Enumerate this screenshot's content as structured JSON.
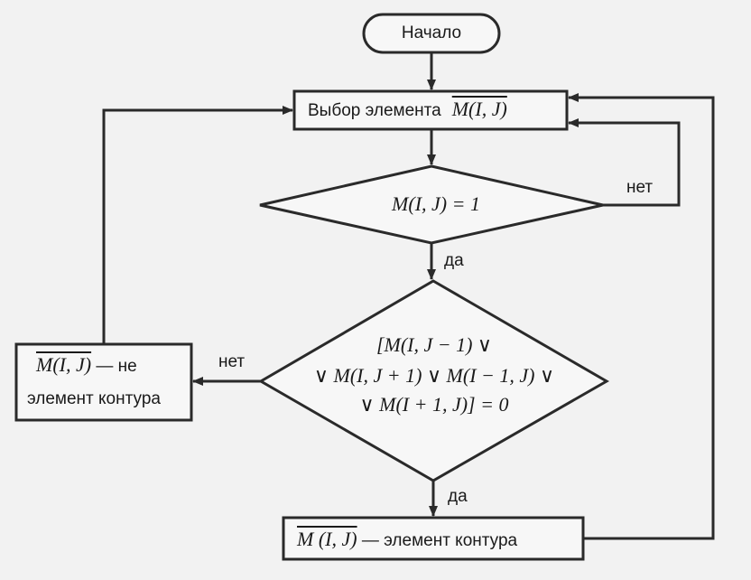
{
  "nodes": {
    "start": {
      "label": "Начало"
    },
    "select": {
      "text": "Выбор элемента",
      "formula": "M(I, J)"
    },
    "check_one": {
      "formula": "M(I, J) = 1"
    },
    "check_neighbors": {
      "line1": "[M(I, J − 1) ∨",
      "line2": "∨ M(I, J + 1) ∨ M(I − 1, J) ∨",
      "line3": "∨ M(I + 1, J)] = 0"
    },
    "not_contour": {
      "formula": "M(I, J)",
      "line1_suffix": " — не",
      "line2": "элемент контура"
    },
    "contour": {
      "formula": "M (I, J)",
      "suffix": " — элемент контура"
    }
  },
  "edges": {
    "check_one_no": "нет",
    "check_one_yes": "да",
    "neighbors_no": "нет",
    "neighbors_yes": "да"
  },
  "colors": {
    "stroke": "#2a2a2a",
    "background": "#f2f2f2",
    "fill": "#f7f7f7"
  }
}
